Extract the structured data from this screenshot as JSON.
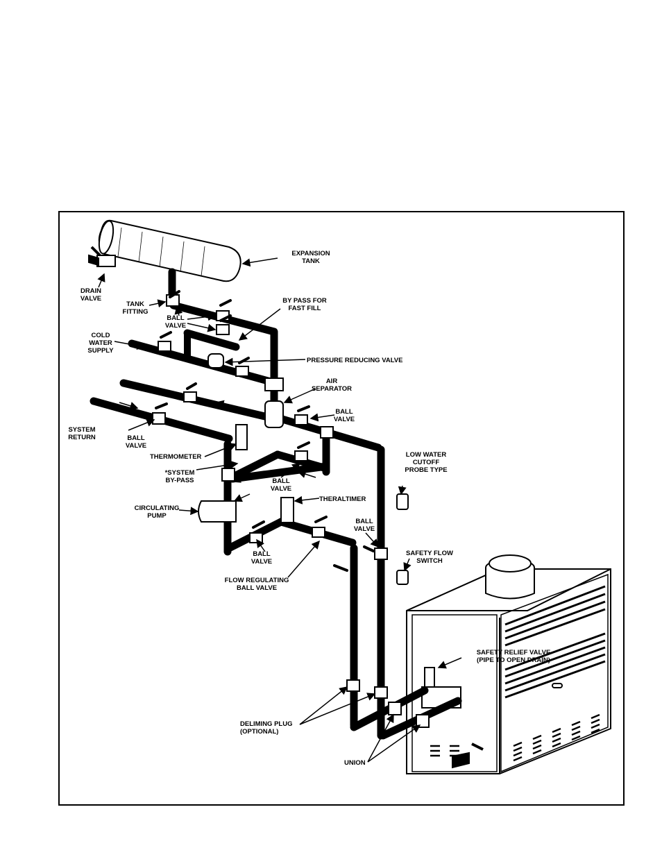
{
  "labels": {
    "expansion_tank": "EXPANSION\nTANK",
    "drain_valve": "DRAIN\nVALVE",
    "tank_fitting": "TANK\nFITTING",
    "ball_valve_top": "BALL\nVALVE",
    "bypass_fast_fill": "BY PASS FOR\nFAST FILL",
    "cold_water_supply": "COLD\nWATER\nSUPPLY",
    "pressure_reducing_valve": "PRESSURE REDUCING VALVE",
    "air_separator": "AIR\nSEPARATOR",
    "ball_valve_right": "BALL\nVALVE",
    "system_return": "SYSTEM\nRETURN",
    "ball_valve_left": "BALL\nVALVE",
    "thermometer": "THERMOMETER",
    "low_water_cutoff": "LOW WATER\nCUTOFF\nPROBE TYPE",
    "system_bypass": "*SYSTEM\nBY-PASS",
    "ball_valve_mid": "BALL\nVALVE",
    "theraltimer": "THERALTIMER",
    "circulating_pump": "CIRCULATING\nPUMP",
    "ball_valve_lower_right": "BALL\nVALVE",
    "ball_valve_bottom": "BALL\nVALVE",
    "safety_flow_switch": "SAFETY FLOW\nSWITCH",
    "flow_regulating": "FLOW REGULATING\nBALL VALVE",
    "safety_relief_valve": "SAFETY RELIEF VALVE\n(PIPE TO OPEN DRAIN)",
    "deliming_plug": "DELIMING PLUG\n(OPTIONAL)",
    "union": "UNION"
  },
  "icons": [
    "expansion-tank",
    "boiler",
    "ball-valve",
    "circulating-pump",
    "pipe"
  ]
}
